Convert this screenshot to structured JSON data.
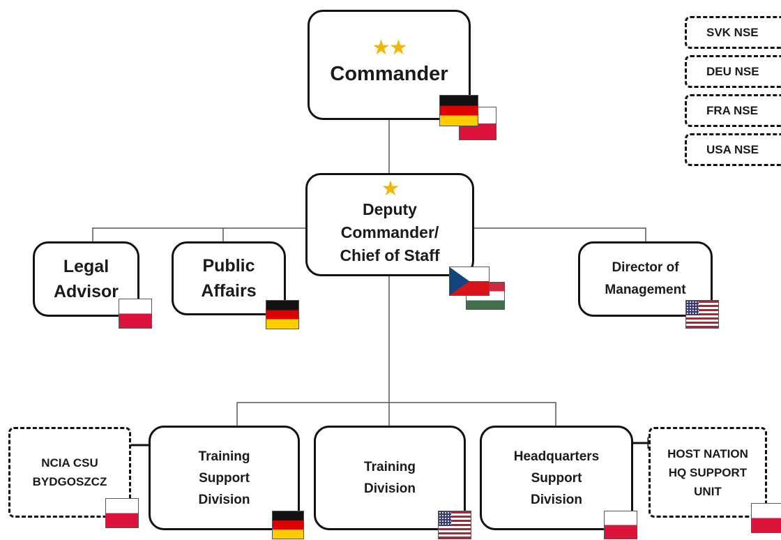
{
  "commander": {
    "stars": "★★",
    "title": "Commander"
  },
  "deputy": {
    "stars": "★",
    "line1": "Deputy",
    "line2": "Commander/",
    "line3": "Chief of Staff"
  },
  "legal": {
    "line1": "Legal",
    "line2": "Advisor"
  },
  "public_affairs": {
    "line1": "Public",
    "line2": "Affairs"
  },
  "director": {
    "line1": "Director of",
    "line2": "Management"
  },
  "training_support": {
    "line1": "Training",
    "line2": "Support",
    "line3": "Division"
  },
  "training": {
    "line1": "Training",
    "line2": "Division"
  },
  "hq_support": {
    "line1": "Headquarters",
    "line2": "Support",
    "line3": "Division"
  },
  "ncia": {
    "line1": "NCIA CSU",
    "line2": "BYDGOSZCZ"
  },
  "host_nation": {
    "line1": "HOST NATION",
    "line2": "HQ SUPPORT",
    "line3": "UNIT"
  },
  "nse": [
    "SVK NSE",
    "DEU NSE",
    "FRA NSE",
    "USA NSE"
  ],
  "colors": {
    "star": "#f2b705",
    "border": "#111111",
    "connector": "#555555"
  },
  "flags": {
    "commander": [
      "germany-flag",
      "poland-flag"
    ],
    "deputy": [
      "czech-flag",
      "hungary-flag"
    ],
    "legal": [
      "poland-flag"
    ],
    "public_affairs": [
      "germany-flag"
    ],
    "director": [
      "usa-flag"
    ],
    "training_support": [
      "germany-flag"
    ],
    "training": [
      "usa-flag"
    ],
    "hq_support": [
      "poland-flag"
    ],
    "ncia": [
      "poland-flag"
    ],
    "host_nation": [
      "poland-flag"
    ]
  }
}
